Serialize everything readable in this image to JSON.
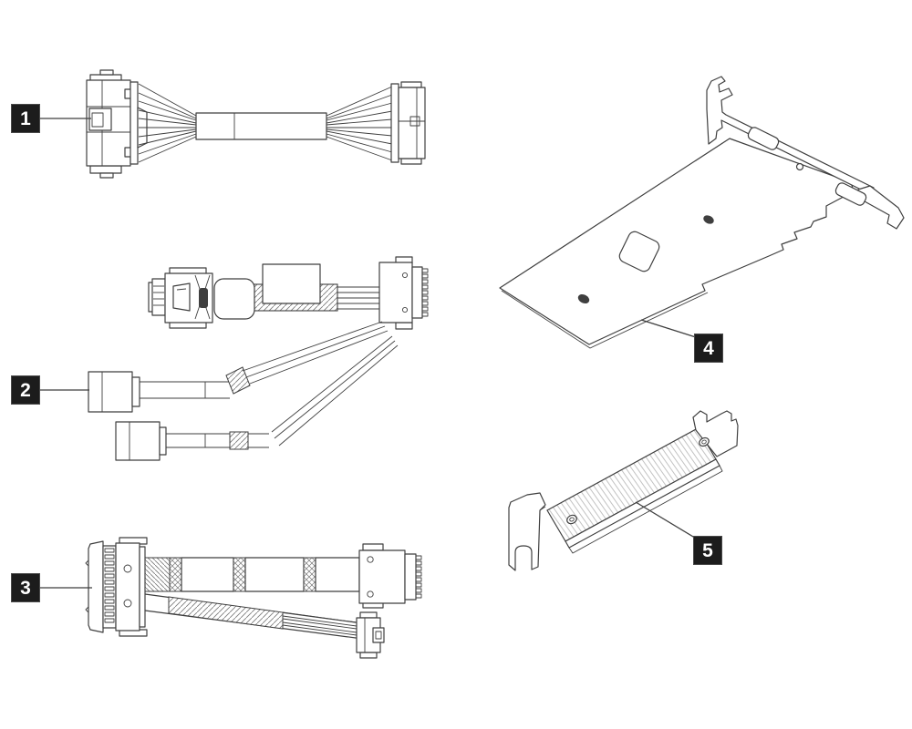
{
  "diagram": {
    "kind": "parts-callout-line-art",
    "callouts": [
      {
        "label": "1",
        "part": "straight-fanout-cable"
      },
      {
        "label": "2",
        "part": "y-splitter-cable"
      },
      {
        "label": "3",
        "part": "flat-ribbon-splitter-cable"
      },
      {
        "label": "4",
        "part": "low-profile-adapter-card"
      },
      {
        "label": "5",
        "part": "low-profile-bracket"
      }
    ],
    "colors": {
      "background": "#ffffff",
      "line": "#3f3f3f",
      "hatch": "#787878",
      "badge_bg": "#1c1c1c",
      "badge_fg": "#ffffff"
    }
  }
}
